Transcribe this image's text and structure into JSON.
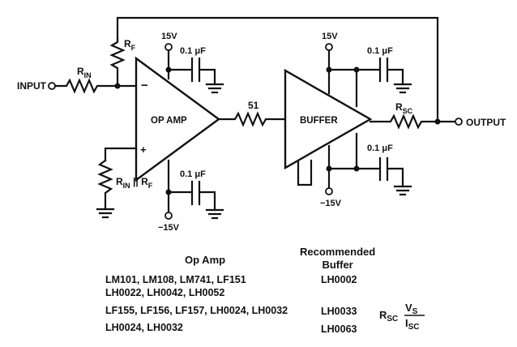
{
  "schematic": {
    "input_label": "INPUT",
    "output_label": "OUTPUT",
    "rin": "R",
    "rin_sub": "IN",
    "rf": "R",
    "rf_sub": "F",
    "rin_rf_main": "R",
    "rin_rf_sub1": "IN",
    "rin_rf_sep": " || ",
    "rin_rf_main2": "R",
    "rin_rf_sub2": "F",
    "rsc": "R",
    "rsc_sub": "SC",
    "opamp_label": "OP AMP",
    "buffer_label": "BUFFER",
    "series_resistor": "51",
    "cap_value": "0.1 μF",
    "plus_15v": "15V",
    "minus_15v": "−15V",
    "minus_sign": "−",
    "plus_sign": "+"
  },
  "table": {
    "col_opamp": "Op Amp",
    "col_buffer_line1": "Recommended",
    "col_buffer_line2": "Buffer",
    "rows": [
      {
        "opamp_line1": "LM101, LM108, LM741, LF151",
        "opamp_line2": "LH0022, LH0042, LH0052",
        "buffer": "LH0002"
      },
      {
        "opamp_line1": "LF155, LF156, LF157, LH0024, LH0032",
        "opamp_line2": "",
        "buffer": "LH0033"
      },
      {
        "opamp_line1": "LH0024, LH0032",
        "opamp_line2": "",
        "buffer": "LH0063"
      }
    ],
    "formula_r": "R",
    "formula_r_sub": "SC",
    "formula_num": "V",
    "formula_num_sub": "S",
    "formula_den": "I",
    "formula_den_sub": "SC"
  }
}
